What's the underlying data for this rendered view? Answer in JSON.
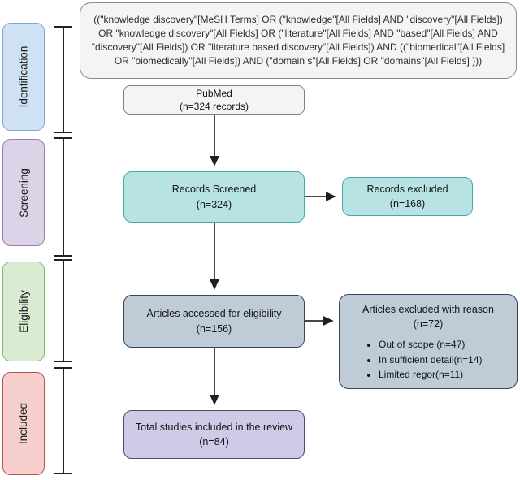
{
  "query_box": {
    "text": "((\"knowledge discovery\"[MeSH Terms] OR (\"knowledge\"[All Fields] AND \"discovery\"[All Fields]) OR \"knowledge discovery\"[All Fields] OR (\"literature\"[All Fields] AND \"based\"[All Fields] AND \"discovery\"[All Fields]) OR \"literature based discovery\"[All Fields]) AND ((\"biomedical\"[All Fields] OR \"biomedically\"[All Fields]) AND (\"domain s\"[All Fields] OR \"domains\"[All Fields] )))"
  },
  "sidebar": {
    "stages": [
      {
        "label": "Identification",
        "fill": "#cfe2f3",
        "border": "#7ea6d8"
      },
      {
        "label": "Screening",
        "fill": "#ddd3e8",
        "border": "#9a7db8"
      },
      {
        "label": "Eligibility",
        "fill": "#d9ecd2",
        "border": "#84b86f"
      },
      {
        "label": "Included",
        "fill": "#f6cecb",
        "border": "#b8534e"
      }
    ]
  },
  "flow": {
    "pubmed": {
      "title": "PubMed",
      "count": "(n=324 records)"
    },
    "records_screened": {
      "title": "Records Screened",
      "count": "(n=324)"
    },
    "records_excluded": {
      "title": "Records excluded",
      "count": "(n=168)"
    },
    "articles_eligibility": {
      "title": "Articles accessed for eligibility",
      "count": "(n=156)"
    },
    "articles_excluded": {
      "title": "Articles excluded with reason",
      "count": "(n=72)",
      "bullets": [
        "Out of scope (n=47)",
        "In sufficient detail(n=14)",
        "Limited regor(n=11)"
      ]
    },
    "total_included": {
      "title": "Total studies included in the review",
      "count": "(n=84)"
    }
  },
  "colors": {
    "teal_fill": "#b7e3e4",
    "teal_border": "#48a6ad",
    "slate_fill": "#bfccd8",
    "slate_border": "#33475c",
    "lavender_fill": "#cfcae7",
    "lavender_border": "#4d4a73",
    "gray_fill": "#f4f4f4",
    "gray_border": "#8a8a8a",
    "arrow": "#2b2b2b"
  }
}
